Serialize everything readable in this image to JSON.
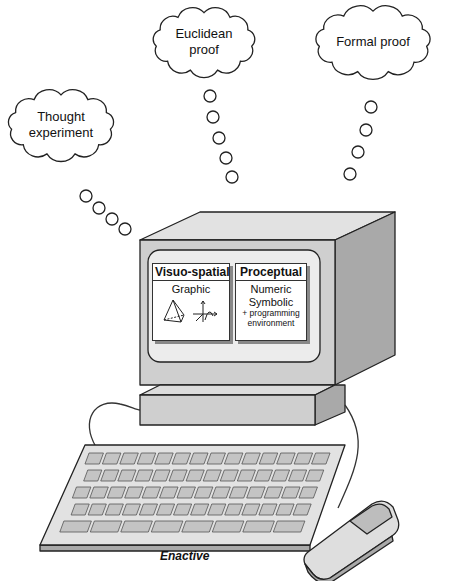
{
  "diagram": {
    "nodes": [
      {
        "text": [
          "Thought experiment"
        ]
      },
      {
        "text": [
          "Euclidean proof"
        ]
      },
      {
        "text": [
          "Formal proof"
        ]
      },
      {
        "text": [
          "Visuo-spatial",
          "Graphic"
        ]
      },
      {
        "text": [
          "Proceptual",
          "Numeric Symbolic",
          "+ programming environment"
        ]
      }
    ],
    "labels": [
      "Enactive"
    ]
  }
}
